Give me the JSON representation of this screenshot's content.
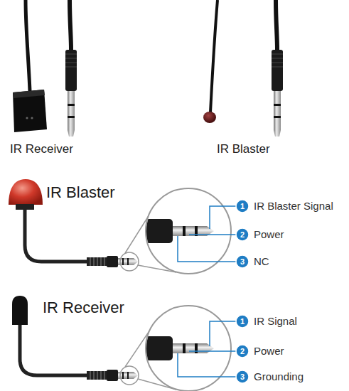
{
  "diagram": {
    "labels": [
      "IR Receiver",
      "IR Blaster",
      "IR Blaster",
      "1",
      "IR Blaster Signal",
      "2",
      "Power",
      "3",
      "NC",
      "IR Receiver",
      "1",
      "IR Signal",
      "2",
      "Power",
      "3",
      "Grounding"
    ]
  }
}
